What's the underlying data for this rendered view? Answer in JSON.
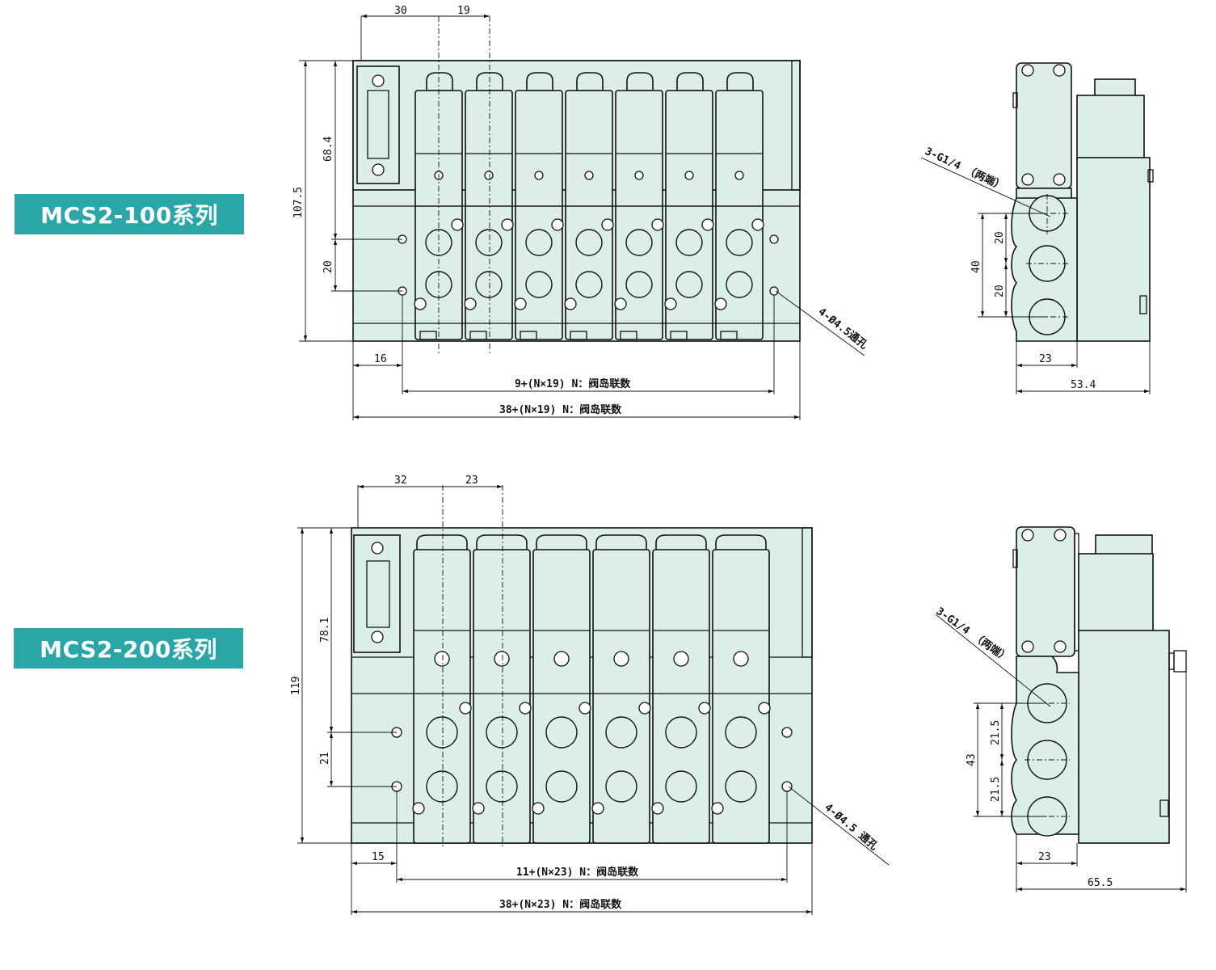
{
  "badges": {
    "series_100": "MCS2-100系列",
    "series_200": "MCS2-200系列"
  },
  "colors": {
    "badge": "#2aa6a6",
    "body_fill": "#dbeee8",
    "line": "#111111"
  },
  "top_front": {
    "dim_a": "30",
    "dim_b": "19",
    "height_total": "107.5",
    "height_upper": "68.4",
    "port_pitch": "20",
    "left_offset": "16",
    "inner_length": "9+(N×19) N：阀岛联数",
    "overall_length": "38+(N×19) N：阀岛联数",
    "holes_note": "4-Ø4.5通孔"
  },
  "top_side": {
    "ports_note": "3-G1/4 （两端）",
    "pitch_a": "20",
    "pitch_b": "20",
    "pitch_total": "40",
    "port_offset": "23",
    "depth": "53.4"
  },
  "bottom_front": {
    "dim_a": "32",
    "dim_b": "23",
    "height_total": "119",
    "height_upper": "78.1",
    "port_pitch": "21",
    "left_offset": "15",
    "inner_length": "11+(N×23) N：阀岛联数",
    "overall_length": "38+(N×23) N：阀岛联数",
    "holes_note": "4-Ø4.5 通孔"
  },
  "bottom_side": {
    "ports_note": "3-G1/4 （两端）",
    "pitch_a": "21.5",
    "pitch_b": "21.5",
    "pitch_total": "43",
    "port_offset": "23",
    "depth": "65.5"
  }
}
